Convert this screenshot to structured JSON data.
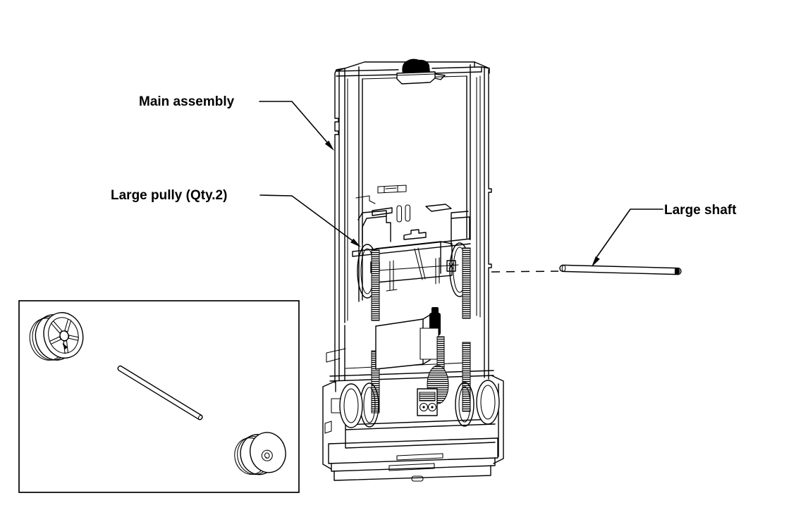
{
  "diagram": {
    "type": "exploded-assembly-drawing",
    "colors": {
      "background": "#ffffff",
      "line": "#000000",
      "label_text": "#000000"
    },
    "labels": {
      "main_assembly": "Main assembly",
      "large_pulley": "Large pully (Qty.2)",
      "large_shaft": "Large shaft"
    },
    "parts": [
      {
        "name": "main-assembly",
        "label": "Main assembly"
      },
      {
        "name": "large-pulley",
        "label": "Large pully (Qty.2)",
        "quantity": 2
      },
      {
        "name": "large-shaft",
        "label": "Large shaft"
      }
    ]
  }
}
